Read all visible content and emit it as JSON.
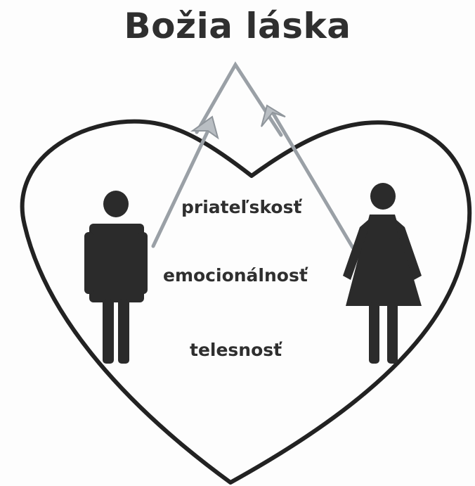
{
  "diagram": {
    "title": "Božia láska",
    "labels": [
      "priateľskosť",
      "emocionálnosť",
      "telesnosť"
    ],
    "icons": {
      "man": "man-figure-icon",
      "woman": "woman-figure-icon",
      "heart": "heart-outline-icon",
      "arrows": "arrow-icon"
    },
    "colors": {
      "outline": "#222222",
      "arrow": "#9aa0a6",
      "figure": "#2b2b2b",
      "text": "#2f2f2f"
    }
  }
}
